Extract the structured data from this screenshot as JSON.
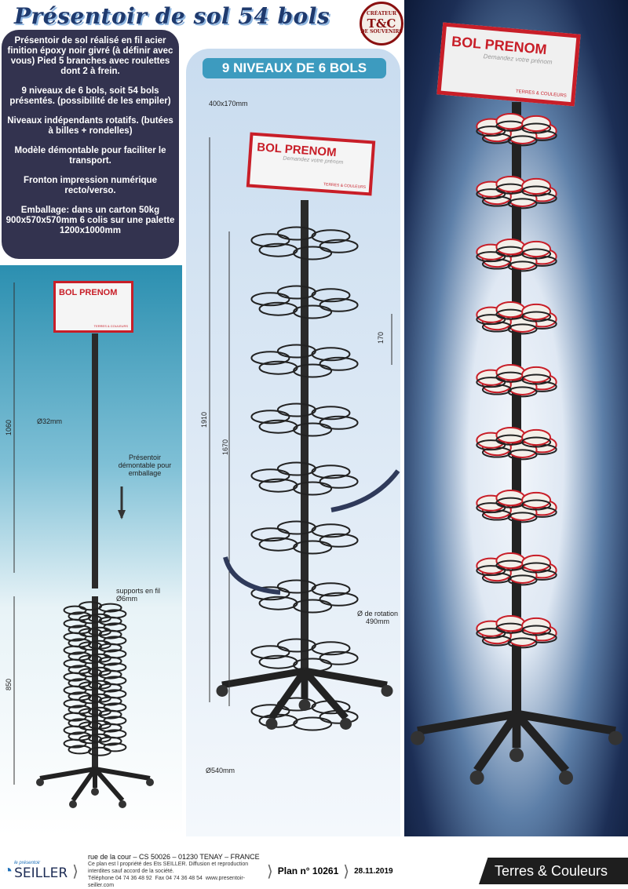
{
  "title": "Présentoir de sol 54 bols",
  "stamp": {
    "top": "CRÉATEUR",
    "mid": "T&C",
    "bottom": "DE SOUVENIRS"
  },
  "description": [
    "Présentoir de sol réalisé en fil acier finition époxy noir givré (à définir avec vous) Pied 5 branches avec roulettes dont 2 à frein.",
    "9 niveaux de 6 bols, soit 54 bols présentés. (possibilité de les empiler)",
    "Niveaux indépendants rotatifs. (butées à billes + rondelles)",
    "Modèle démontable pour faciliter le transport.",
    "Fronton impression numérique recto/verso.",
    "Emballage: dans un carton 50kg 900x570x570mm 6 colis sur une palette 1200x1000mm"
  ],
  "badge": "9 NIVEAUX DE 6 BOLS",
  "sign": {
    "title": "BOL PRENOM",
    "subtitle": "Demandez votre prénom",
    "brand": "TERRES & COULEURS"
  },
  "dimensions": {
    "sign": "400x170mm",
    "total_height": "1910",
    "rings_height": "1670",
    "level_spacing": "170",
    "rotation": "Ø de rotation 490mm",
    "base": "Ø540mm",
    "upper_height": "1060",
    "tube": "Ø32mm",
    "lower_height": "850",
    "wire": "supports en fil Ø6mm",
    "dismount": "Présentoir démontable pour emballage"
  },
  "footer": {
    "logo_small": "le présentoir",
    "logo": "SEILLER",
    "address": "rue de la cour – CS 50026 – 01230 TENAY – FRANCE",
    "legal": "Ce plan est l propriété des Ets SEILLER. Diffusion et reproduction interdites sauf accord de la société.",
    "phone": "Téléphone 04 74 36 48 92",
    "fax": "Fax 04 74 36 48 54",
    "web": "www.presentoir-seiller.com",
    "plan": "Plan n° 10261",
    "date": "28.11.2019",
    "brand": "Terres & Couleurs"
  }
}
